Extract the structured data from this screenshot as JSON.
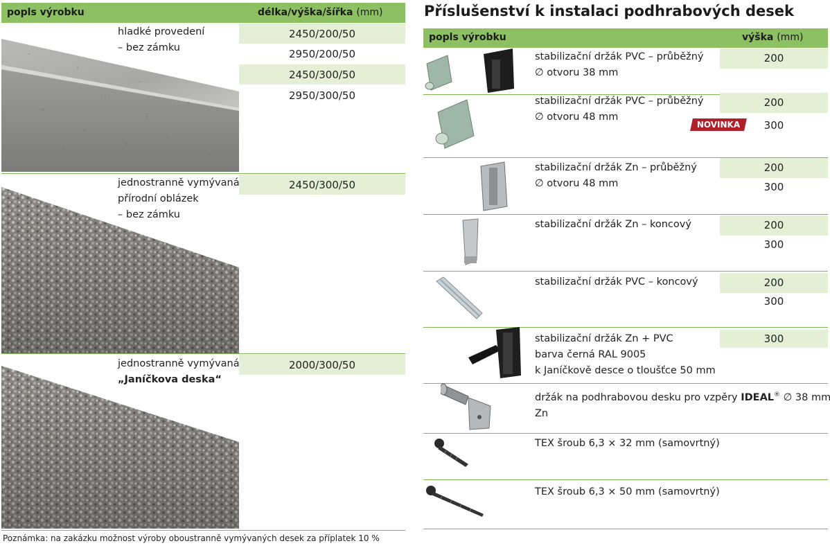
{
  "left": {
    "header": {
      "col1": "popls výrobku",
      "col2_bold": "délka/výška/šířka",
      "col2_unit": "(mm)"
    },
    "products": [
      {
        "desc_lines": [
          "hladké provedení",
          "– bez zámku"
        ],
        "dims": [
          "2450/200/50",
          "2950/200/50",
          "2450/300/50",
          "2950/300/50"
        ]
      },
      {
        "desc_lines": [
          "jednostranně vymývaná",
          "přírodní oblázek",
          "– bez zámku"
        ],
        "dims": [
          "2450/300/50"
        ]
      },
      {
        "desc_line1": "jednostranně vymývaná",
        "desc_line2_bold": "„Janíčkova deska“",
        "dims": [
          "2000/300/50"
        ]
      }
    ],
    "note": "Poznámka: na zakázku možnost výroby oboustranně vymývaných desek za příplatek 10 %"
  },
  "right": {
    "title": "Příslušenství k instalaci podhrabových desek",
    "header": {
      "col1": "popls výrobku",
      "col2_bold": "výška",
      "col2_unit": "(mm)"
    },
    "badge": "NOVINKA",
    "items": [
      {
        "lines": [
          "stabilizační držák PVC – průběžný",
          "∅ otvoru 38 mm"
        ],
        "heights": [
          "200"
        ]
      },
      {
        "lines": [
          "stabilizační držák PVC – průběžný",
          "∅ otvoru 48 mm"
        ],
        "heights": [
          "200",
          "300"
        ]
      },
      {
        "lines": [
          "stabilizační držák Zn – průběžný",
          "∅ otvoru 48 mm"
        ],
        "heights": [
          "200",
          "300"
        ]
      },
      {
        "lines": [
          "stabilizační držák Zn – koncový"
        ],
        "heights": [
          "200",
          "300"
        ]
      },
      {
        "lines": [
          "stabilizační držák PVC – koncový"
        ],
        "heights": [
          "200",
          "300"
        ]
      },
      {
        "lines": [
          "stabilizační držák Zn + PVC",
          "barva černá RAL 9005",
          "k Janíčkově desce o tloušťce 50 mm"
        ],
        "heights": [
          "300"
        ]
      },
      {
        "line1_pre": "držák na podhrabovou desku pro vzpěry ",
        "line1_bold": "IDEAL",
        "line1_reg": "®",
        "line1_post": " ∅ 38 mm",
        "line2": "Zn"
      },
      {
        "lines": [
          "TEX šroub 6,3 × 32 mm (samovrtný)"
        ]
      },
      {
        "lines": [
          "TEX šroub 6,3 × 50 mm (samovrtný)"
        ]
      }
    ]
  },
  "colors": {
    "header_green": "#8dc063",
    "cell_green": "#e5efd6",
    "badge_red": "#b0202a"
  }
}
